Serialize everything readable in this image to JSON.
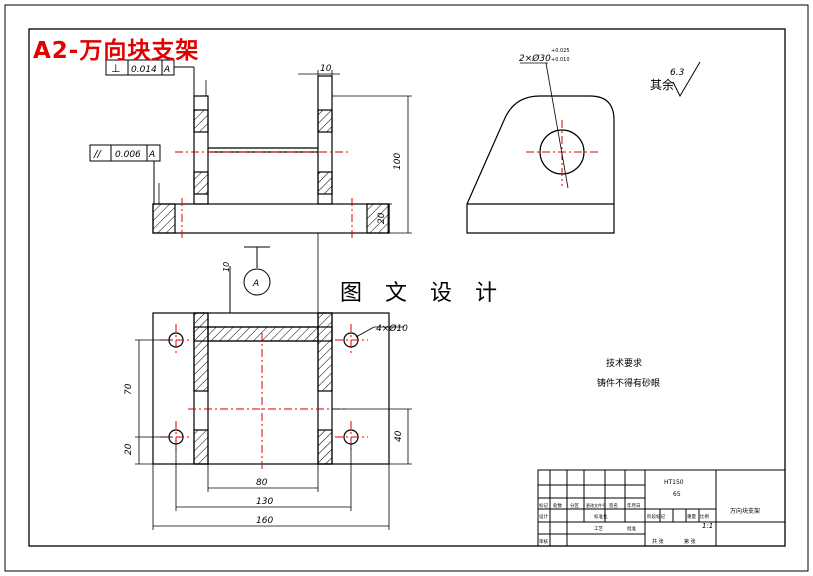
{
  "title": "A2-万向块支架",
  "watermark": "图 文 设 计",
  "gdt": {
    "perpendicularity": {
      "symbol": "⊥",
      "tolerance": "0.014",
      "datum": "A"
    },
    "parallelism": {
      "symbol": "//",
      "tolerance": "0.006",
      "datum": "A"
    }
  },
  "datum_label": "A",
  "dims": {
    "top_width": "10",
    "height_100": "100",
    "base_20": "20",
    "leader_10": "10",
    "holes": "4×Ø10",
    "bore": "2×Ø30",
    "bore_tol_upper": "+0.025",
    "bore_tol_lower": "+0.010",
    "v70": "70",
    "v20": "20",
    "v40": "40",
    "h80": "80",
    "h130": "130",
    "h160": "160"
  },
  "surface": {
    "label": "其余",
    "value": "6.3"
  },
  "notes": {
    "heading": "技术要求",
    "line1": "铸件不得有砂眼"
  },
  "title_block": {
    "material": "HT150",
    "scale_value": "65",
    "part_name": "万向块支架",
    "ratio": "1:1",
    "headers": [
      "标记",
      "处数",
      "分区",
      "更改文件号",
      "签名",
      "年月日"
    ],
    "row2": [
      "设计",
      "标准化",
      "阶段标记",
      "重量",
      "比例"
    ],
    "row3": [
      "审核",
      "工艺",
      "批准",
      "共 张",
      "第 张"
    ]
  }
}
